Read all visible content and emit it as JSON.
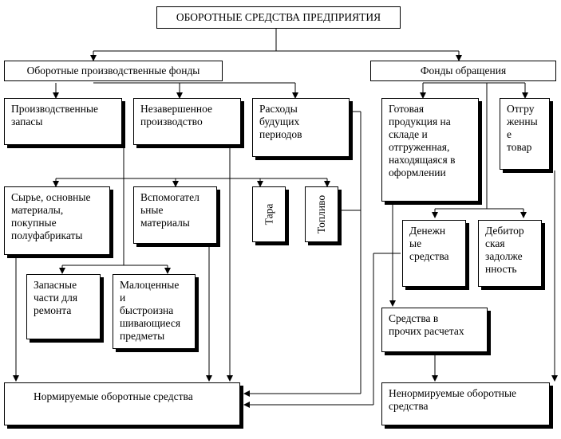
{
  "title": "ОБОРОТНЫЕ СРЕДСТВА ПРЕДПРИЯТИЯ",
  "production_funds": "Оборотные производственные фонды",
  "circulation_funds": "Фонды обращения",
  "production_stocks": "Производственные\nзапасы",
  "work_in_progress": "Незавершенное\nпроизводство",
  "deferred_expenses": "Расходы\nбудущих\nпериодов",
  "finished_goods": "Готовая\nпродукция на\nскладе и\nотгруженная,\nнаходящаяся в\nоформлении",
  "shipped_goods": "Отгру\nженны\nе\nтовар",
  "raw_materials": "Сырье, основные\nматериалы,\nпокупные\nполуфабрикаты",
  "auxiliary_materials": "Вспомогател\nьные\nматериалы",
  "packaging": "Тара",
  "fuel": "Топливо",
  "cash": "Денежн\nые\nсредства",
  "receivables": "Дебитор\nская\nзадолже\nнность",
  "spare_parts": "Запасные\nчасти для\nремонта",
  "low_value_items": "Малоценные\nи\nбыстроизна\nшивающиеся\nпредметы",
  "other_settlements": "Средства в\nпрочих расчетах",
  "normalized": "Нормируемые оборотные средства",
  "non_normalized": "Ненормируемые оборотные\nсредства"
}
